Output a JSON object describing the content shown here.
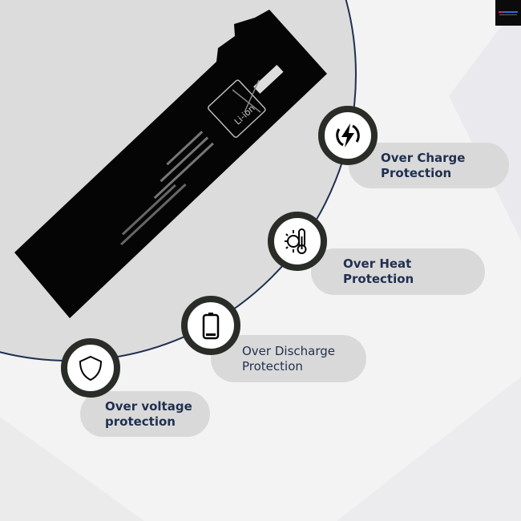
{
  "product": {
    "battery_label_text": "Li-ion"
  },
  "features": [
    {
      "icon": "lightning-bolt-icon",
      "line1": "Over Charge",
      "line2": "Protection"
    },
    {
      "icon": "thermometer-sun-icon",
      "line1": "Over Heat",
      "line2": "Protection"
    },
    {
      "icon": "battery-low-icon",
      "line1": "Over Discharge",
      "line2": "Protection"
    },
    {
      "icon": "shield-icon",
      "line1": "Over voltage",
      "line2": "protection"
    }
  ],
  "colors": {
    "text": "#1f3050",
    "ring": "#2a2c27",
    "pill": "#d9d9d9",
    "arc": "#1f3050"
  }
}
